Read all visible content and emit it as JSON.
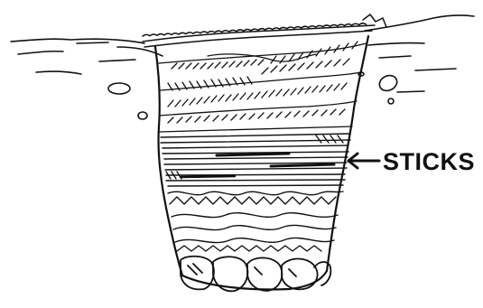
{
  "diagram": {
    "label": "STICKS",
    "ink_color": "#111111",
    "background_color": "#ffffff",
    "layers_top_to_bottom": [
      "grass-turf",
      "leafy-branches",
      "sticks",
      "wavy-layers",
      "stones"
    ]
  }
}
